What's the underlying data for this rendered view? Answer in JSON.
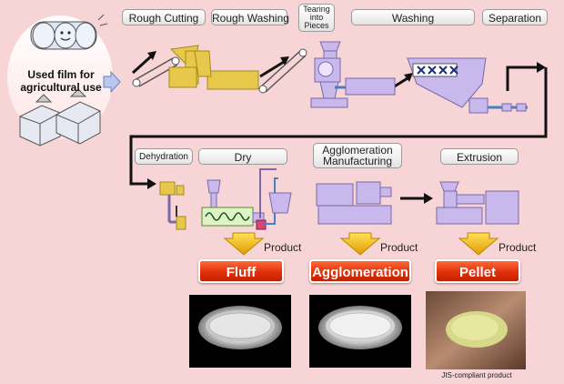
{
  "input": {
    "line1": "Used film for",
    "line2": "agricultural use"
  },
  "stages": {
    "rough_cutting": "Rough Cutting",
    "rough_washing": "Rough Washing",
    "tearing_line1": "Tearing",
    "tearing_line2": "into",
    "tearing_line3": "Pieces",
    "washing": "Washing",
    "separation": "Separation",
    "dehydration": "Dehydration",
    "dry": "Dry",
    "agglomeration_line1": "Agglomeration",
    "agglomeration_line2": "Manufacturing",
    "extrusion": "Extrusion"
  },
  "products": [
    {
      "word": "Product",
      "name": "Fluff"
    },
    {
      "word": "Product",
      "name": "Agglomeration"
    },
    {
      "word": "Product",
      "name": "Pellet"
    }
  ],
  "caption": "JIS-compliant product",
  "colors": {
    "background": "#f7d4d6",
    "machine_yellow": "#e8c84a",
    "machine_lavender": "#c9b8ec",
    "product_orange": "#e83a10",
    "arrow_gold": "#f0b400"
  }
}
